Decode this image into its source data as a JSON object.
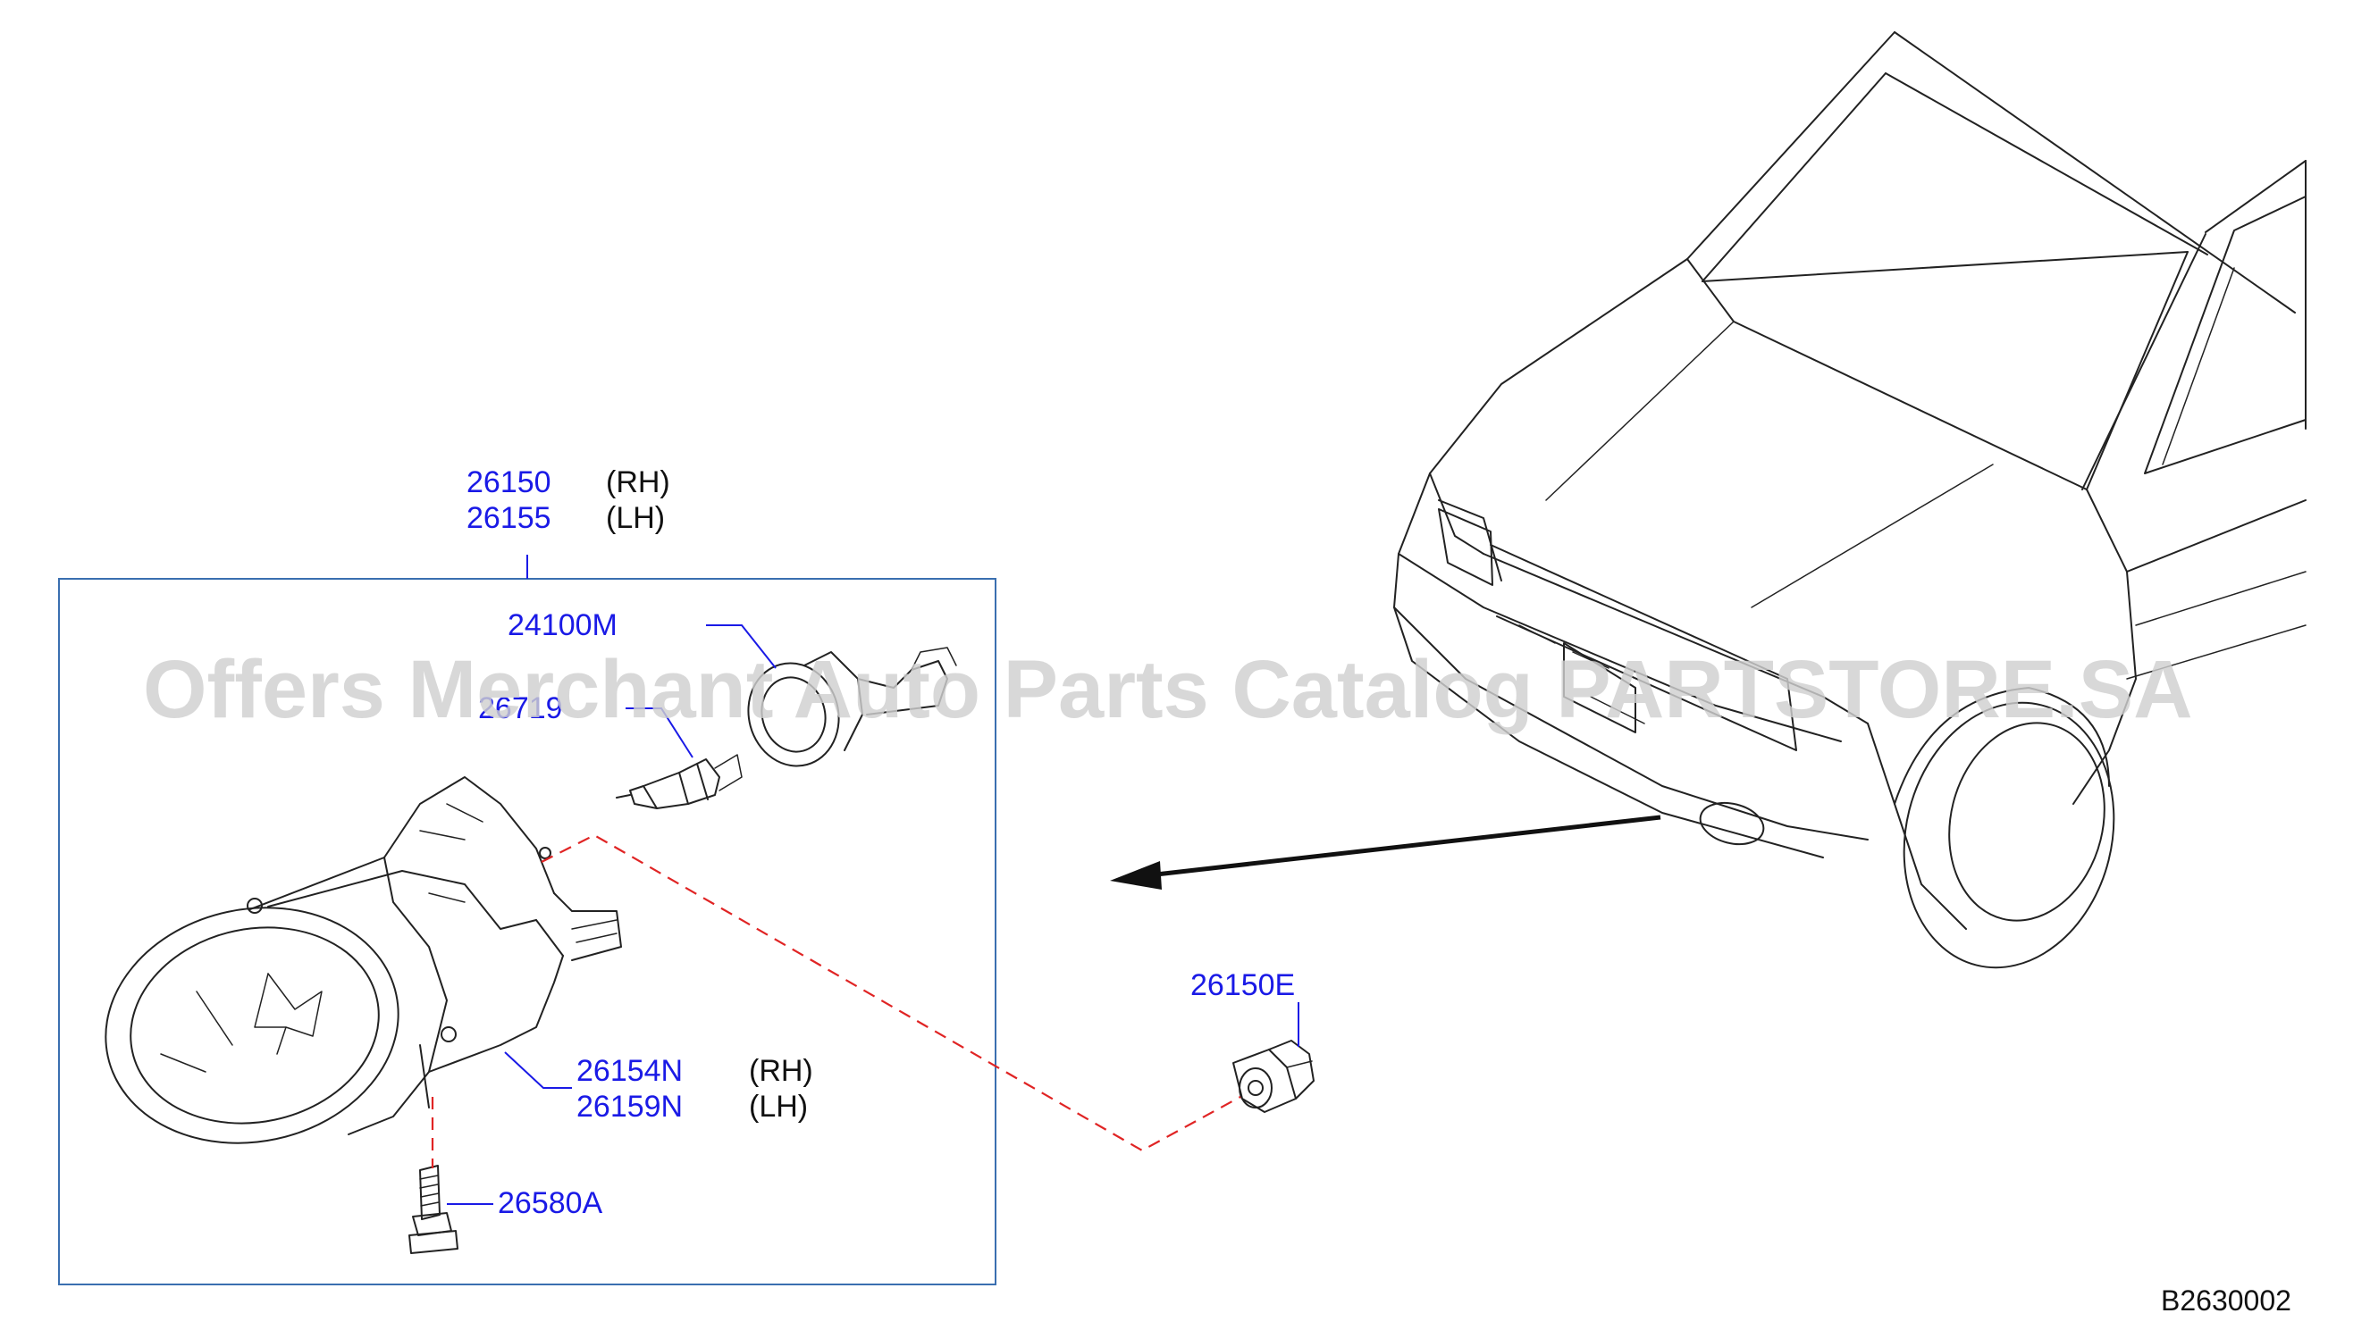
{
  "labels": {
    "housing_rh_pn": "26150",
    "housing_rh_side": "(RH)",
    "housing_lh_pn": "26155",
    "housing_lh_side": "(LH)",
    "socket_pn": "24100M",
    "bulb_pn": "26719",
    "lamp_rh_pn": "26154N",
    "lamp_rh_side": "(RH)",
    "lamp_lh_pn": "26159N",
    "lamp_lh_side": "(LH)",
    "bolt_pn": "26580A",
    "clip_pn": "26150E"
  },
  "watermark": "Offers Merchant Auto Parts Catalog PARTSTORE.SA",
  "diagram_code": "B2630002",
  "colors": {
    "part_number": "#1a1ae6",
    "frame": "#3a6fb0",
    "dashed_connector": "#e02424",
    "line_art": "#222222",
    "watermark": "#cfcfcf"
  }
}
